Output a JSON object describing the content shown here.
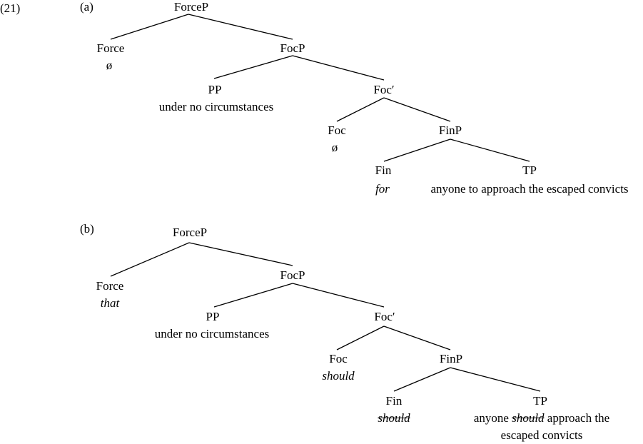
{
  "example_number": "(21)",
  "trees": [
    {
      "label": "(a)",
      "nodes": {
        "root": "ForceP",
        "force": "Force",
        "force_content": "ø",
        "focp": "FocP",
        "pp": "PP",
        "pp_content": "under no circumstances",
        "focbar": "Foc′",
        "foc": "Foc",
        "foc_content": "ø",
        "finp": "FinP",
        "fin": "Fin",
        "fin_content": "for",
        "tp": "TP",
        "tp_content": "anyone to approach the escaped convicts"
      }
    },
    {
      "label": "(b)",
      "nodes": {
        "root": "ForceP",
        "force": "Force",
        "force_content": "that",
        "focp": "FocP",
        "pp": "PP",
        "pp_content": "under no circumstances",
        "focbar": "Foc′",
        "foc": "Foc",
        "foc_content": "should",
        "finp": "FinP",
        "fin": "Fin",
        "fin_content": "should",
        "tp": "TP",
        "tp_content_pre": "anyone",
        "tp_content_struck": "should",
        "tp_content_post": "approach the",
        "tp_content_line2": "escaped convicts"
      }
    }
  ]
}
